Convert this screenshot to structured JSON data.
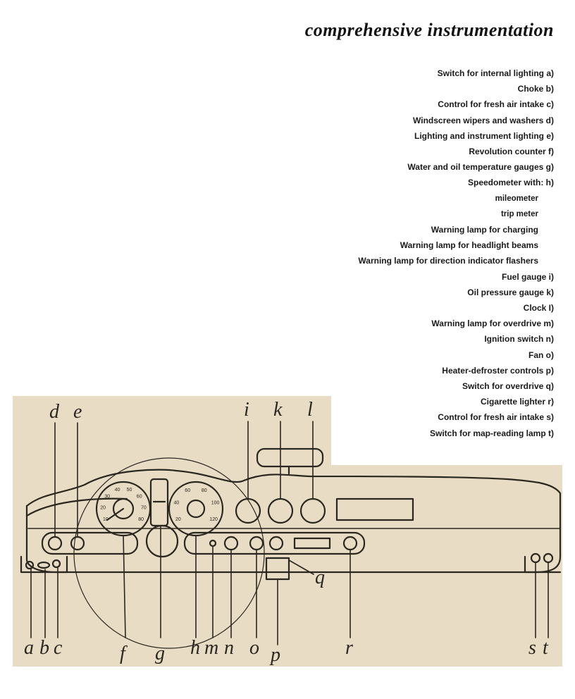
{
  "title": "comprehensive instrumentation",
  "legend": [
    {
      "text": "Switch for internal lighting a)",
      "kind": "main"
    },
    {
      "text": "Choke b)",
      "kind": "main"
    },
    {
      "text": "Control for fresh air intake c)",
      "kind": "main"
    },
    {
      "text": "Windscreen wipers and washers d)",
      "kind": "main"
    },
    {
      "text": "Lighting and instrument lighting e)",
      "kind": "main"
    },
    {
      "text": "Revolution counter f)",
      "kind": "main"
    },
    {
      "text": "Water and oil temperature gauges g)",
      "kind": "main"
    },
    {
      "text": "Speedometer with: h)",
      "kind": "main"
    },
    {
      "text": "mileometer",
      "kind": "sub"
    },
    {
      "text": "trip   meter",
      "kind": "sub"
    },
    {
      "text": "Warning lamp for charging",
      "kind": "warn"
    },
    {
      "text": "Warning lamp for headlight beams",
      "kind": "warn"
    },
    {
      "text": "Warning lamp for direction indicator flashers",
      "kind": "warn"
    },
    {
      "text": "Fuel gauge i)",
      "kind": "main"
    },
    {
      "text": "Oil pressure gauge k)",
      "kind": "main"
    },
    {
      "text": "Clock I)",
      "kind": "main"
    },
    {
      "text": "Warning lamp for overdrive m)",
      "kind": "main"
    },
    {
      "text": "Ignition switch n)",
      "kind": "main"
    },
    {
      "text": "Fan o)",
      "kind": "main"
    },
    {
      "text": "Heater-defroster controls p)",
      "kind": "main"
    },
    {
      "text": "Switch for overdrive q)",
      "kind": "main"
    },
    {
      "text": "Cigarette lighter r)",
      "kind": "main"
    },
    {
      "text": "Control for fresh air intake s)",
      "kind": "main"
    },
    {
      "text": "Switch for map-reading lamp t)",
      "kind": "main"
    }
  ],
  "callouts": {
    "a": "a",
    "b": "b",
    "c": "c",
    "d": "d",
    "e": "e",
    "f": "f",
    "g": "g",
    "h": "h",
    "m": "m",
    "n": "n",
    "o": "o",
    "p": "p",
    "q": "q",
    "r": "r",
    "s": "s",
    "t": "t",
    "i": "i",
    "k": "k",
    "l": "l"
  },
  "tach_ticks": [
    "10",
    "20",
    "30",
    "40",
    "50",
    "60",
    "70",
    "80"
  ],
  "speedo_ticks": [
    "20",
    "40",
    "60",
    "80",
    "100",
    "120"
  ],
  "colors": {
    "paper": "#e8dcc4",
    "ink": "#2a2620",
    "background": "#ffffff"
  }
}
